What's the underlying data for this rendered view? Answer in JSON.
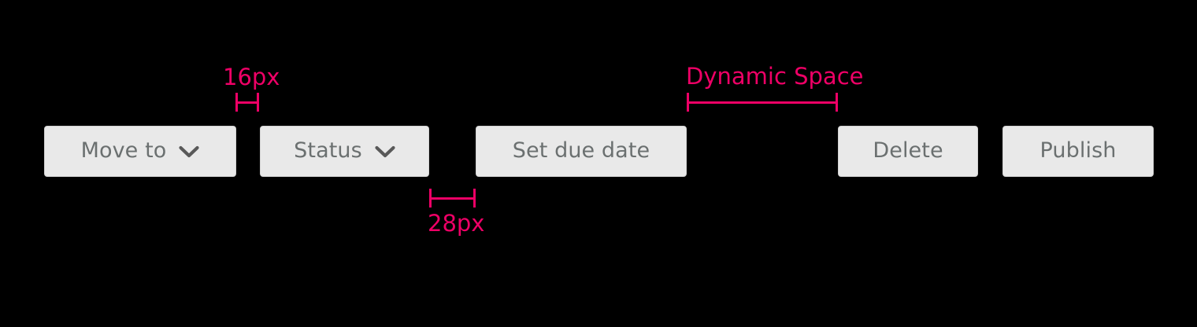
{
  "canvas": {
    "background_color": "#000000",
    "annotation_color": "#ee0066",
    "button_fill": "#e9e9e9",
    "button_border": "#d2d2d2",
    "button_text_color": "#6b7070"
  },
  "toolbar": {
    "buttons": [
      {
        "label": "Move to",
        "has_chevron": true,
        "icon": "chevron-down-icon"
      },
      {
        "label": "Status",
        "has_chevron": true,
        "icon": "chevron-down-icon"
      },
      {
        "label": "Set due date",
        "has_chevron": false,
        "icon": ""
      },
      {
        "label": "Delete",
        "has_chevron": false,
        "icon": ""
      },
      {
        "label": "Publish",
        "has_chevron": false,
        "icon": ""
      }
    ]
  },
  "annotations": [
    {
      "name": "gap-16",
      "label": "16px"
    },
    {
      "name": "gap-28",
      "label": "28px"
    },
    {
      "name": "dynamic-gap",
      "label": "Dynamic Space"
    }
  ]
}
